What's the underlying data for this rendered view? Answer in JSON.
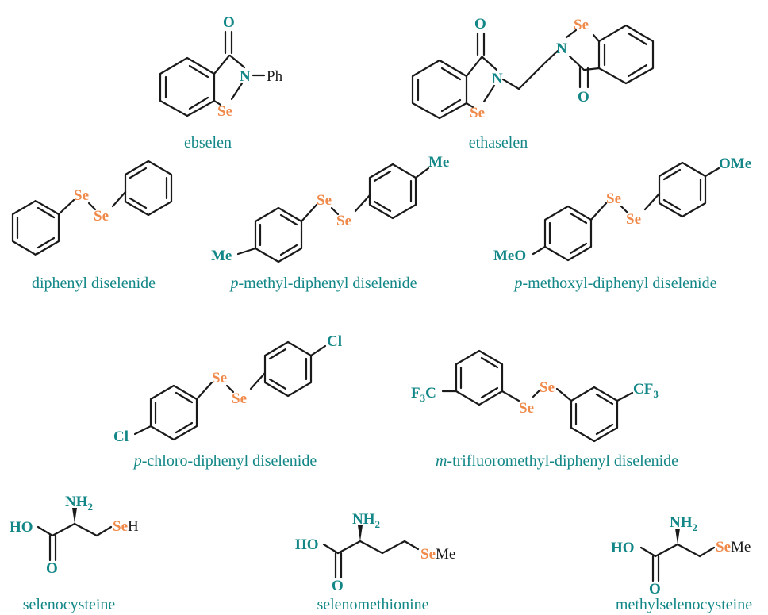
{
  "colors": {
    "heteroatom": "#138787",
    "selenium": "#f08a4b",
    "bond": "#1a1a1a"
  },
  "atoms": {
    "O": "O",
    "N": "N",
    "Se": "Se",
    "Ph": "Ph",
    "Me": "Me",
    "OMe": "OMe",
    "MeO": "MeO",
    "Cl": "Cl",
    "CF": "CF",
    "F": "F",
    "C": "C",
    "sub3": "3",
    "NH": "NH",
    "sub2": "2",
    "HO": "HO",
    "H": "H"
  },
  "compounds": [
    {
      "name": "ebselen"
    },
    {
      "name": "ethaselen"
    },
    {
      "name": "diphenyl diselenide"
    },
    {
      "prefix": "p",
      "name": "-methyl-diphenyl diselenide"
    },
    {
      "prefix": "p",
      "name": "-methoxyl-diphenyl diselenide"
    },
    {
      "prefix": "p",
      "name": "-chloro-diphenyl diselenide"
    },
    {
      "prefix": "m",
      "name": "-trifluoromethyl-diphenyl diselenide"
    },
    {
      "name": "selenocysteine"
    },
    {
      "name": "selenomethionine"
    },
    {
      "name": "methylselenocysteine"
    }
  ]
}
